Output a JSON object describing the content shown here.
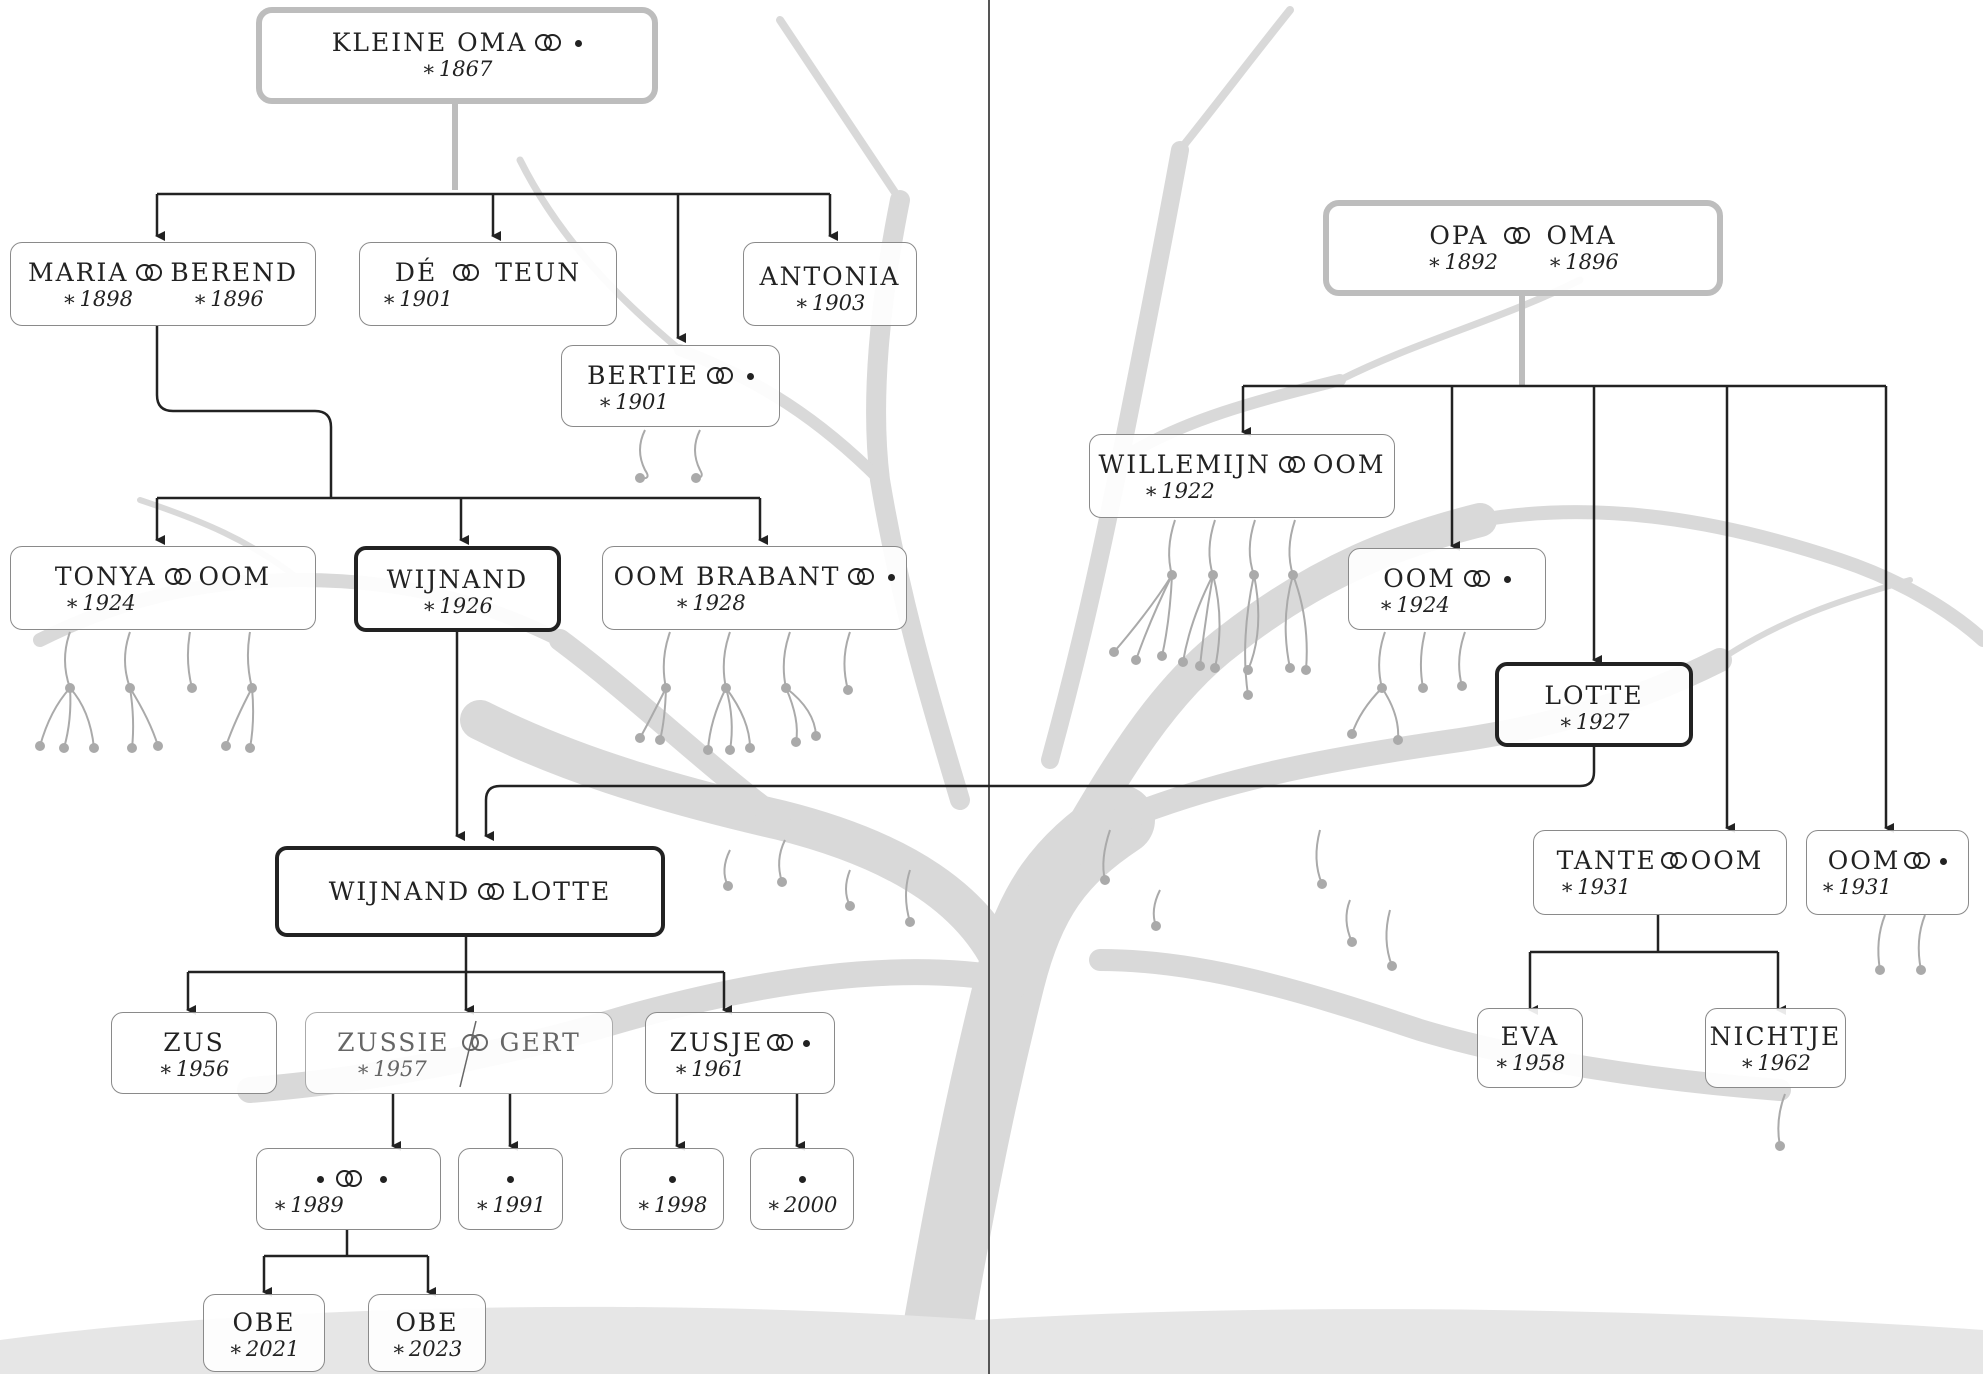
{
  "colors": {
    "line": "#222222",
    "root_border": "#bdbdbd",
    "tree": "#d9d9d9",
    "box_border": "#8a8a8a"
  },
  "icons": {
    "marriage": "interlocking-rings-icon",
    "birth": "asterisk-icon",
    "unknown_person": "dot-icon"
  },
  "people": {
    "kleine_oma": {
      "name": "KLEINE OMA",
      "year": "1867"
    },
    "maria_berend": {
      "name1": "MARIA",
      "name2": "BEREND",
      "year1": "1898",
      "year2": "1896"
    },
    "de_teun": {
      "name1": "DÉ",
      "name2": "TEUN",
      "year": "1901"
    },
    "antonia": {
      "name": "ANTONIA",
      "year": "1903"
    },
    "bertie": {
      "name": "BERTIE",
      "year": "1901"
    },
    "tonya_oom": {
      "name1": "TONYA",
      "name2": "OOM",
      "year": "1924"
    },
    "wijnand": {
      "name": "WIJNAND",
      "year": "1926"
    },
    "oom_brabant": {
      "name": "OOM BRABANT",
      "year": "1928"
    },
    "wijnand_lotte": {
      "name1": "WIJNAND",
      "name2": "LOTTE"
    },
    "zus": {
      "name": "ZUS",
      "year": "1956"
    },
    "zussie_gert": {
      "name1": "ZUSSIE",
      "name2": "GERT",
      "year": "1957"
    },
    "zusje": {
      "name": "ZUSJE",
      "year": "1961"
    },
    "child_1989": {
      "year": "1989"
    },
    "child_1991": {
      "year": "1991"
    },
    "child_1998": {
      "year": "1998"
    },
    "child_2000": {
      "year": "2000"
    },
    "obe_2021": {
      "name": "OBE",
      "year": "2021"
    },
    "obe_2023": {
      "name": "OBE",
      "year": "2023"
    },
    "opa_oma": {
      "name1": "OPA",
      "name2": "OMA",
      "year1": "1892",
      "year2": "1896"
    },
    "willemijn_oom": {
      "name1": "WILLEMIJN",
      "name2": "OOM",
      "year": "1922"
    },
    "oom_1924": {
      "name": "OOM",
      "year": "1924"
    },
    "lotte": {
      "name": "LOTTE",
      "year": "1927"
    },
    "tante_oom": {
      "name1": "TANTE",
      "name2": "OOM",
      "year": "1931"
    },
    "oom_1931": {
      "name": "OOM",
      "year": "1931"
    },
    "eva": {
      "name": "EVA",
      "year": "1958"
    },
    "nichtje": {
      "name": "NICHTJE",
      "year": "1962"
    }
  }
}
